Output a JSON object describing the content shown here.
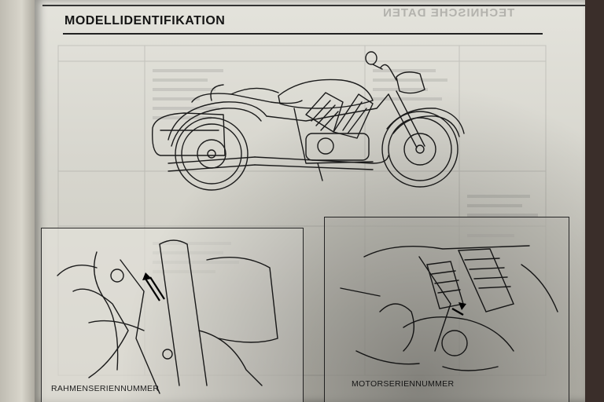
{
  "header": {
    "mirrored_text": "TECHNISCHE DATEN"
  },
  "page": {
    "title": "MODELLIDENTIFIKATION"
  },
  "figures": {
    "frame": {
      "caption": "RAHMENSERIENNUMMER"
    },
    "engine": {
      "caption": "MOTORSERIENNUMMER"
    }
  }
}
